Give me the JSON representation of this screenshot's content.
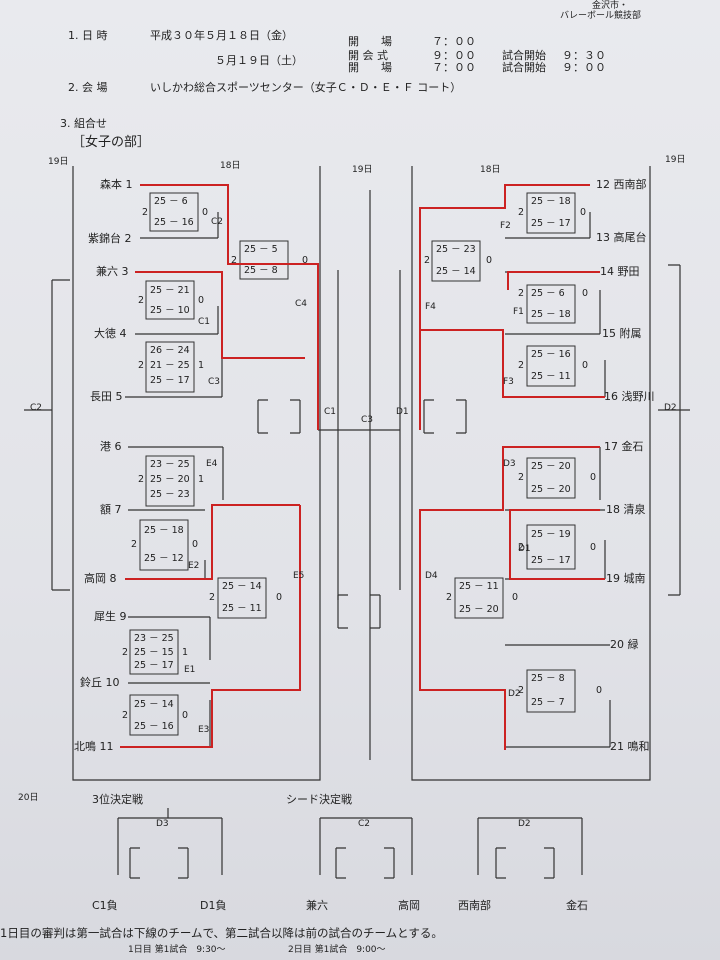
{
  "header": {
    "org_line1": "金沢市・",
    "org_line2": "バレーボール競技部"
  },
  "info": {
    "l1_label": "1. 日 時",
    "l1_date": "平成３０年５月１８日（金）",
    "l1_kind": "開　　場",
    "l1_time": "７：００",
    "l2_kind": "開 会 式",
    "l2_time": "９：００",
    "l2_start_label": "試合開始",
    "l2_start": "９：３０",
    "l3_date": "５月１９日（土）",
    "l3_kind": "開　　場",
    "l3_time": "７：００",
    "l3_start_label": "試合開始",
    "l3_start": "９：００",
    "l4_label": "2. 会 場",
    "l4_venue": "いしかわ総合スポーツセンター（女子Ｃ・Ｄ・Ｅ・Ｆ コート）",
    "l5_label": "3. 組合せ",
    "l6_section": "［女子の部］"
  },
  "day": {
    "d19": "19日",
    "d18": "18日",
    "d20": "20日"
  },
  "teams_left": [
    "森本 1",
    "紫錦台 2",
    "兼六 3",
    "大徳 4",
    "長田 5",
    "港 6",
    "額 7",
    "高岡 8",
    "犀生 9",
    "鈴丘 10",
    "北鳴 11"
  ],
  "teams_right": [
    "12 西南部",
    "13 高尾台",
    "14 野田",
    "15 附属",
    "16 浅野川",
    "17 金石",
    "18 清泉",
    "19 城南",
    "20 緑",
    "21 鳴和"
  ],
  "courts": {
    "c2a": "C2",
    "c4": "C4",
    "c1r": "C1",
    "c3r": "C3",
    "c1": "C1",
    "c3": "C3",
    "e4": "E4",
    "e2": "E2",
    "e5": "E5",
    "e1": "E1",
    "e3": "E3",
    "c2side": "C2",
    "f2": "F2",
    "f4": "F4",
    "f1": "F1",
    "f3": "F3",
    "d1": "D1",
    "d3": "D3",
    "d1b": "D1",
    "d4": "D4",
    "d2": "D2",
    "d2side": "D2"
  },
  "scores": {
    "m1": {
      "sets": [
        "25 － 6",
        "25 － 16"
      ],
      "left": "2",
      "right": "0"
    },
    "m2": {
      "sets": [
        "25 － 5",
        "25 － 8"
      ],
      "left": "2",
      "right": "0"
    },
    "m3": {
      "sets": [
        "25 － 21",
        "25 － 10"
      ],
      "left": "2",
      "right": "0"
    },
    "m4": {
      "sets": [
        "26 － 24",
        "21 － 25",
        "25 － 17"
      ],
      "left": "2",
      "right": "1"
    },
    "m5": {
      "sets": [
        "23 － 25",
        "25 － 20",
        "25 － 23"
      ],
      "left": "2",
      "right": "1"
    },
    "m6": {
      "sets": [
        "25 － 18",
        "25 － 12"
      ],
      "left": "2",
      "right": "0"
    },
    "m7": {
      "sets": [
        "25 － 14",
        "25 － 11"
      ],
      "left": "2",
      "right": "0"
    },
    "m8": {
      "sets": [
        "23 － 25",
        "25 － 15",
        "25 － 17"
      ],
      "left": "2",
      "right": "1"
    },
    "m9": {
      "sets": [
        "25 － 14",
        "25 － 16"
      ],
      "left": "2",
      "right": "0"
    },
    "m10": {
      "sets": [
        "25 － 18",
        "25 － 17"
      ],
      "left": "2",
      "right": "0"
    },
    "m11": {
      "sets": [
        "25 － 23",
        "25 － 14"
      ],
      "left": "2",
      "right": "0"
    },
    "m12": {
      "sets": [
        "25 － 6",
        "25 － 18"
      ],
      "left": "2",
      "right": "0"
    },
    "m13": {
      "sets": [
        "25 － 16",
        "25 － 11"
      ],
      "left": "2",
      "right": "0"
    },
    "m14": {
      "sets": [
        "25 － 20",
        "25 － 20"
      ],
      "left": "2",
      "right": "0"
    },
    "m15": {
      "sets": [
        "25 － 19",
        "25 － 17"
      ],
      "left": "2",
      "right": "0"
    },
    "m16": {
      "sets": [
        "25 － 11",
        "25 － 20"
      ],
      "left": "2",
      "right": "0"
    },
    "m17": {
      "sets": [
        "25 － 8",
        "25 － 7"
      ],
      "left": "2",
      "right": "0"
    }
  },
  "bottom": {
    "third_title": "3位決定戦",
    "seed_title": "シード決定戦",
    "third_court": "D3",
    "seed_court": "C2",
    "right_court": "D2",
    "third_a": "C1負",
    "third_b": "D1負",
    "seed_a": "兼六",
    "seed_b": "高岡",
    "right_a": "西南部",
    "right_b": "金石"
  },
  "footer": {
    "note": "1日目の審判は第一試合は下線のチームで、第二試合以降は前の試合のチームとする。",
    "s1": "1日目 第1試合　9:30〜",
    "s2": "2日目 第1試合　9:00〜"
  },
  "colors": {
    "red": "#cc2222",
    "line": "#333333"
  }
}
